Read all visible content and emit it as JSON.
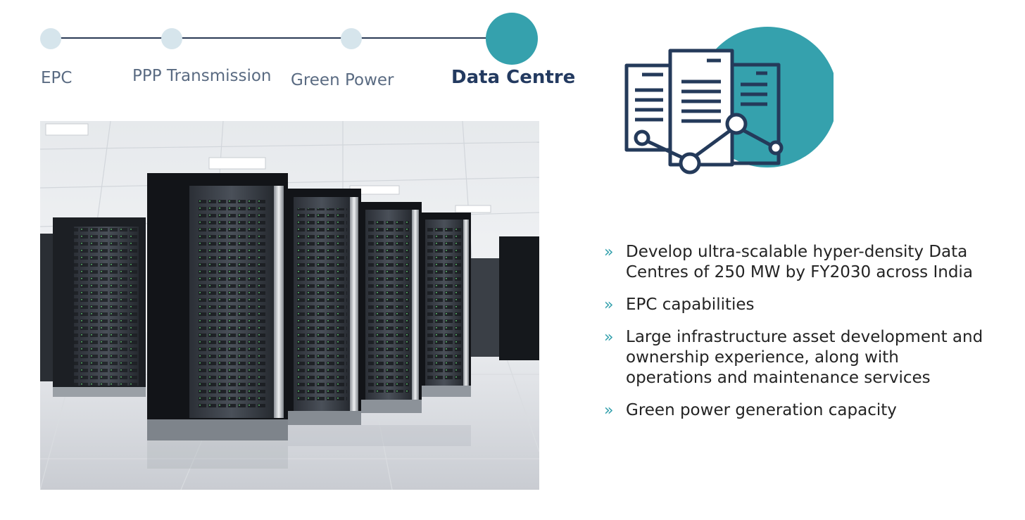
{
  "timeline": {
    "steps": [
      {
        "label": "EPC",
        "active": false
      },
      {
        "label": "PPP Transmission",
        "active": false
      },
      {
        "label": "Green Power",
        "active": false
      },
      {
        "label": "Data Centre",
        "active": true
      }
    ]
  },
  "icons": {
    "hero": "data-centre-server-network-icon",
    "bullet_marker": "double-chevron-icon"
  },
  "bullets": {
    "marker": "»",
    "items": [
      {
        "lines": [
          "Develop ultra-scalable hyper-density Data",
          "Centres of 250 MW by FY2030 across India"
        ]
      },
      {
        "lines": [
          "EPC capabilities"
        ]
      },
      {
        "lines": [
          "Large infrastructure asset development and",
          "ownership experience, along with",
          "operations and maintenance services"
        ]
      },
      {
        "lines": [
          "Green power generation capacity"
        ]
      }
    ]
  },
  "colors": {
    "accent_teal": "#35a1ad",
    "inactive_dot": "#d6e5ec",
    "navy": "#233a60",
    "inactive_label": "#5a6b82",
    "body_text": "#232323"
  }
}
